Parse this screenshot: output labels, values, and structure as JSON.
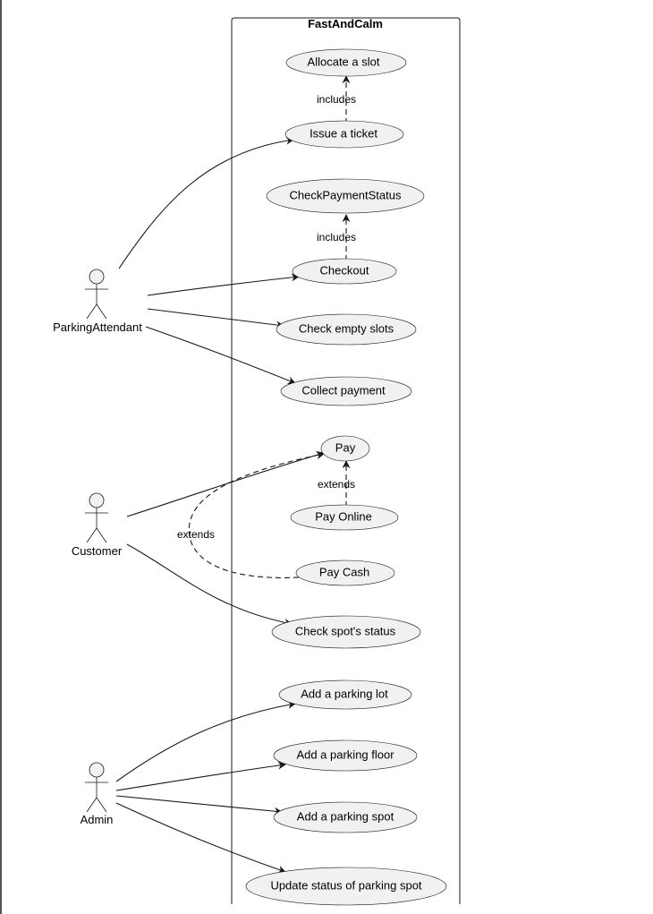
{
  "system": {
    "title": "FastAndCalm"
  },
  "actors": {
    "attendant": "ParkingAttendant",
    "customer": "Customer",
    "admin": "Admin"
  },
  "use_cases": {
    "allocate": "Allocate a slot",
    "issue": "Issue a ticket",
    "check_payment_status": "CheckPaymentStatus",
    "checkout": "Checkout",
    "check_empty": "Check empty slots",
    "collect_payment": "Collect payment",
    "pay": "Pay",
    "pay_online": "Pay Online",
    "pay_cash": "Pay Cash",
    "check_spot": "Check spot's status",
    "add_lot": "Add a parking lot",
    "add_floor": "Add a parking floor",
    "add_spot": "Add a parking spot",
    "update_status": "Update status of parking spot"
  },
  "relations": {
    "includes_1": "includes",
    "includes_2": "includes",
    "extends_1": "extends",
    "extends_2": "extends"
  },
  "colors": {
    "use_case_fill": "#f1f1f1",
    "stroke": "#181818",
    "background": "#ffffff"
  }
}
